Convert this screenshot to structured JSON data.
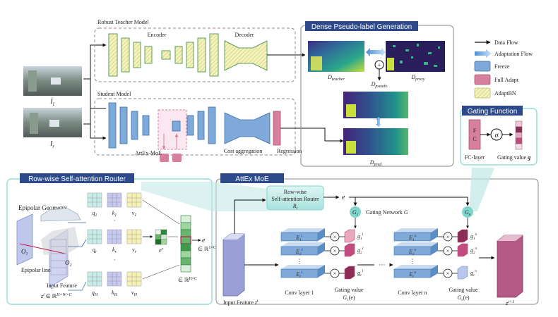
{
  "colors": {
    "freeze": "#7ea9d8",
    "full_adapt": "#d6809e",
    "adapt_bn": "#f4f0b4",
    "header_bg": "#2e4a8a",
    "router_teal": "#bfe8e6",
    "gating_teal": "#7fd4cc",
    "green_feat": "#67b56a"
  },
  "teacher": {
    "title": "Robust Teacher Model",
    "encoder_label": "Encoder",
    "decoder_label": "Decoder"
  },
  "inputs": {
    "left_label": "I",
    "left_sub": "l",
    "right_label": "I",
    "right_sub": "r"
  },
  "student": {
    "title": "Student Model",
    "attex_label": "AttEx-MoE",
    "cost_label": "Cost aggregation",
    "regression_label": "Regression"
  },
  "dense": {
    "title": "Dense Pseudo-label Generation",
    "d_teacher": "D",
    "d_teacher_sub": "teacher",
    "d_proxy": "D",
    "d_proxy_sub": "proxy",
    "d_pseudo": "D",
    "d_pseudo_sub": "pseudo",
    "d_pred": "D",
    "d_pred_sub": "pred",
    "plus": "+"
  },
  "legend": {
    "data_flow": "Data Flow",
    "adaptation_flow": "Adaptation Flow",
    "freeze": "Freeze",
    "full_adapt": "Full Adapt",
    "adapt_bn": "AdaptBN"
  },
  "gating_fn": {
    "title": "Gating Function",
    "fc_line1": "F",
    "fc_line2": "C",
    "sigma": "σ",
    "fc_layer": "FC-layer",
    "gating_value": "Gating value",
    "g": "g"
  },
  "router": {
    "title": "Row-wise Self-attention Router",
    "epipolar_geometry": "Epipolar Geometry",
    "epipolar_line": "Epipolar line",
    "o1": "O",
    "o1_sub": "1",
    "o2": "O",
    "o2_sub": "2",
    "q1": "q",
    "q1_sub": "1",
    "k1": "k",
    "k1_sub": "1",
    "v1": "v",
    "v1_sub": "1",
    "qr": "q",
    "qr_sub": "r",
    "kr": "k",
    "kr_sub": "r",
    "vr": "v",
    "vr_sub": "r",
    "qh": "q",
    "qh_sub": "H",
    "kh": "k",
    "kh_sub": "H",
    "vh": "v",
    "vh_sub": "H",
    "er": "e",
    "er_sup": "r",
    "dots": "·",
    "input_feature": "Input Feature",
    "z_dim": "z",
    "z_dim_sup": "i",
    "z_dim_space": "∈ ℝ",
    "z_dim_exp": "H×W×C",
    "e_out": "e",
    "e_dim": "∈ ℝ",
    "e_dim_exp": "1×C",
    "m_dim": "∈ ℝ",
    "m_dim_exp": "H×C"
  },
  "moe": {
    "title": "AttEx MoE",
    "router_line1": "Row-wise",
    "router_line2": "Self-attention Router",
    "router_sym": "R",
    "router_sub": "i",
    "e_label": "e",
    "g1": "G",
    "g1_sub": "1",
    "gn": "G",
    "gn_sub": "n",
    "gating_network": "Gating Network",
    "gating_network_sym": "G",
    "input_feature": "Input Feature",
    "z_i": "z",
    "z_i_sup": "i",
    "conv1": "Conv layer 1",
    "convn": "Conv layer n",
    "gv1_line1": "Gating value",
    "gv1_line2": "G",
    "gv1_sub": "1",
    "gv1_arg": "(e)",
    "gvn_line1": "Gating value",
    "gvn_line2": "G",
    "gvn_sub": "n",
    "gvn_arg": "(e)",
    "z_out": "z",
    "z_out_sup": "i+1",
    "e1_1": "E",
    "e1_1_sub": "1",
    "e1_1_sup": "1",
    "e1_2": "E",
    "e1_2_sub": "2",
    "e1_2_sup": "1",
    "e1_c": "E",
    "e1_c_sub": "c",
    "e1_c_sup": "1",
    "en_1": "E",
    "en_1_sub": "1",
    "en_1_sup": "n",
    "en_2": "E",
    "en_2_sub": "2",
    "en_2_sup": "n",
    "en_c": "E",
    "en_c_sub": "c",
    "en_c_sup": "n",
    "g1_1": "g",
    "g1_1_sub": "1",
    "g1_1_sup": "1",
    "g1_2": "g",
    "g1_2_sub": "2",
    "g1_2_sup": "1",
    "g1_c": "g",
    "g1_c_sub": "c",
    "g1_c_sup": "1",
    "gn_1": "g",
    "gn_1_sub": "1",
    "gn_1_sup": "n",
    "gn_2": "g",
    "gn_2_sub": "2",
    "gn_2_sup": "n",
    "gn_c": "g",
    "gn_c_sub": "c",
    "gn_c_sup": "n",
    "times": "×",
    "vdots": "⋮",
    "hdots": "···"
  }
}
